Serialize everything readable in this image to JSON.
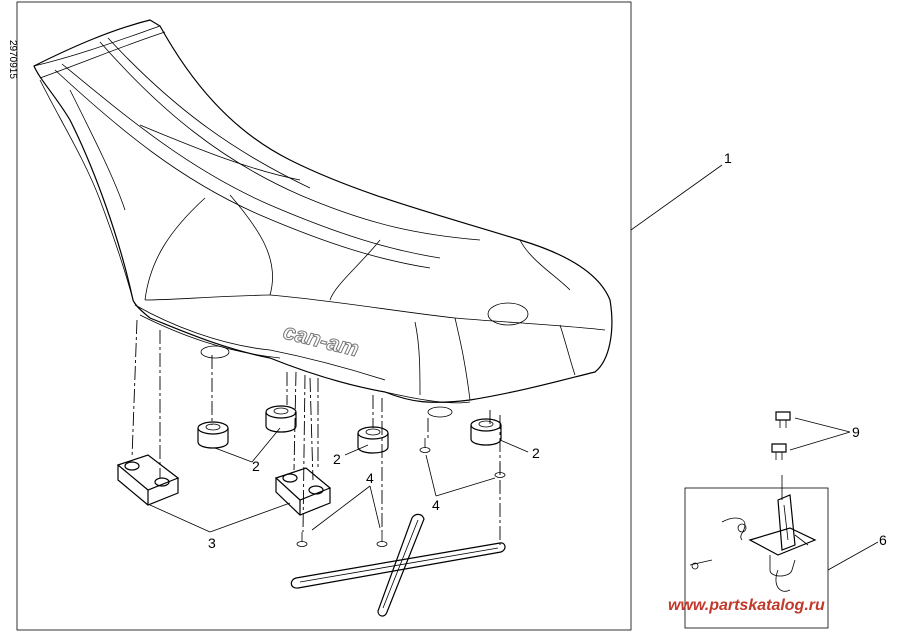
{
  "drawing_code": "2970915",
  "brand_logo": "can-am",
  "watermark": "www.partskatalog.ru",
  "callouts": {
    "c1": "1",
    "c2a": "2",
    "c2b": "2",
    "c2c": "2",
    "c3": "3",
    "c4a": "4",
    "c4b": "4",
    "c6": "6",
    "c9": "9"
  }
}
